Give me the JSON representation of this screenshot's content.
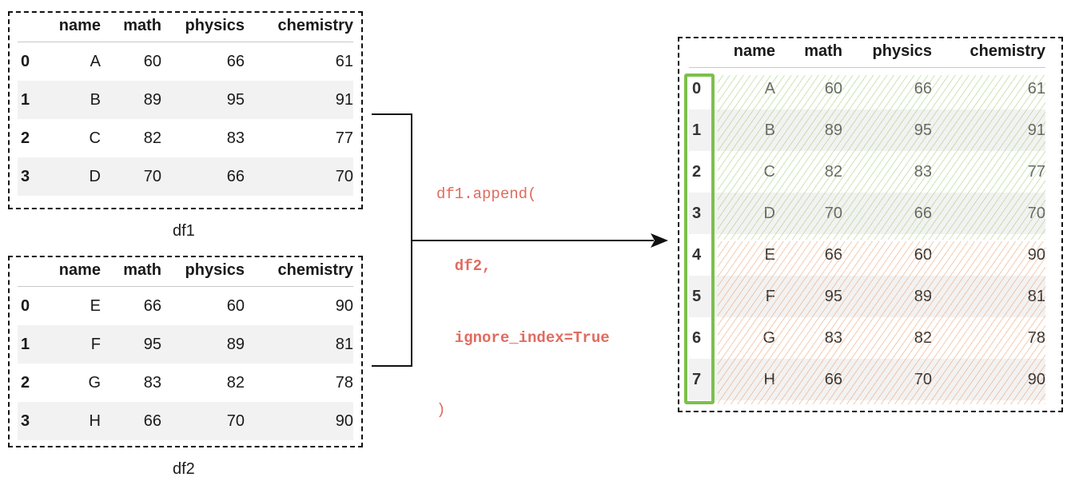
{
  "df1": {
    "caption": "df1",
    "columns": [
      "",
      "name",
      "math",
      "physics",
      "chemistry"
    ],
    "rows": [
      [
        "0",
        "A",
        "60",
        "66",
        "61"
      ],
      [
        "1",
        "B",
        "89",
        "95",
        "91"
      ],
      [
        "2",
        "C",
        "82",
        "83",
        "77"
      ],
      [
        "3",
        "D",
        "70",
        "66",
        "70"
      ]
    ]
  },
  "df2": {
    "caption": "df2",
    "columns": [
      "",
      "name",
      "math",
      "physics",
      "chemistry"
    ],
    "rows": [
      [
        "0",
        "E",
        "66",
        "60",
        "90"
      ],
      [
        "1",
        "F",
        "95",
        "89",
        "81"
      ],
      [
        "2",
        "G",
        "83",
        "82",
        "78"
      ],
      [
        "3",
        "H",
        "66",
        "70",
        "90"
      ]
    ]
  },
  "code": {
    "line1": "df1.append(",
    "line2": "  df2,",
    "line3": "  ignore_index=True",
    "line4": ")"
  },
  "result": {
    "columns": [
      "",
      "name",
      "math",
      "physics",
      "chemistry"
    ],
    "rows": [
      [
        "0",
        "A",
        "60",
        "66",
        "61"
      ],
      [
        "1",
        "B",
        "89",
        "95",
        "91"
      ],
      [
        "2",
        "C",
        "82",
        "83",
        "77"
      ],
      [
        "3",
        "D",
        "70",
        "66",
        "70"
      ],
      [
        "4",
        "E",
        "66",
        "60",
        "90"
      ],
      [
        "5",
        "F",
        "95",
        "89",
        "81"
      ],
      [
        "6",
        "G",
        "83",
        "82",
        "78"
      ],
      [
        "7",
        "H",
        "66",
        "70",
        "90"
      ]
    ]
  },
  "colors": {
    "code": "#e06b5f",
    "index_highlight": "#7cc04a",
    "df1_hatch": "#8cc85a",
    "df2_hatch": "#eba06e",
    "stripe": "#f2f2f2"
  }
}
